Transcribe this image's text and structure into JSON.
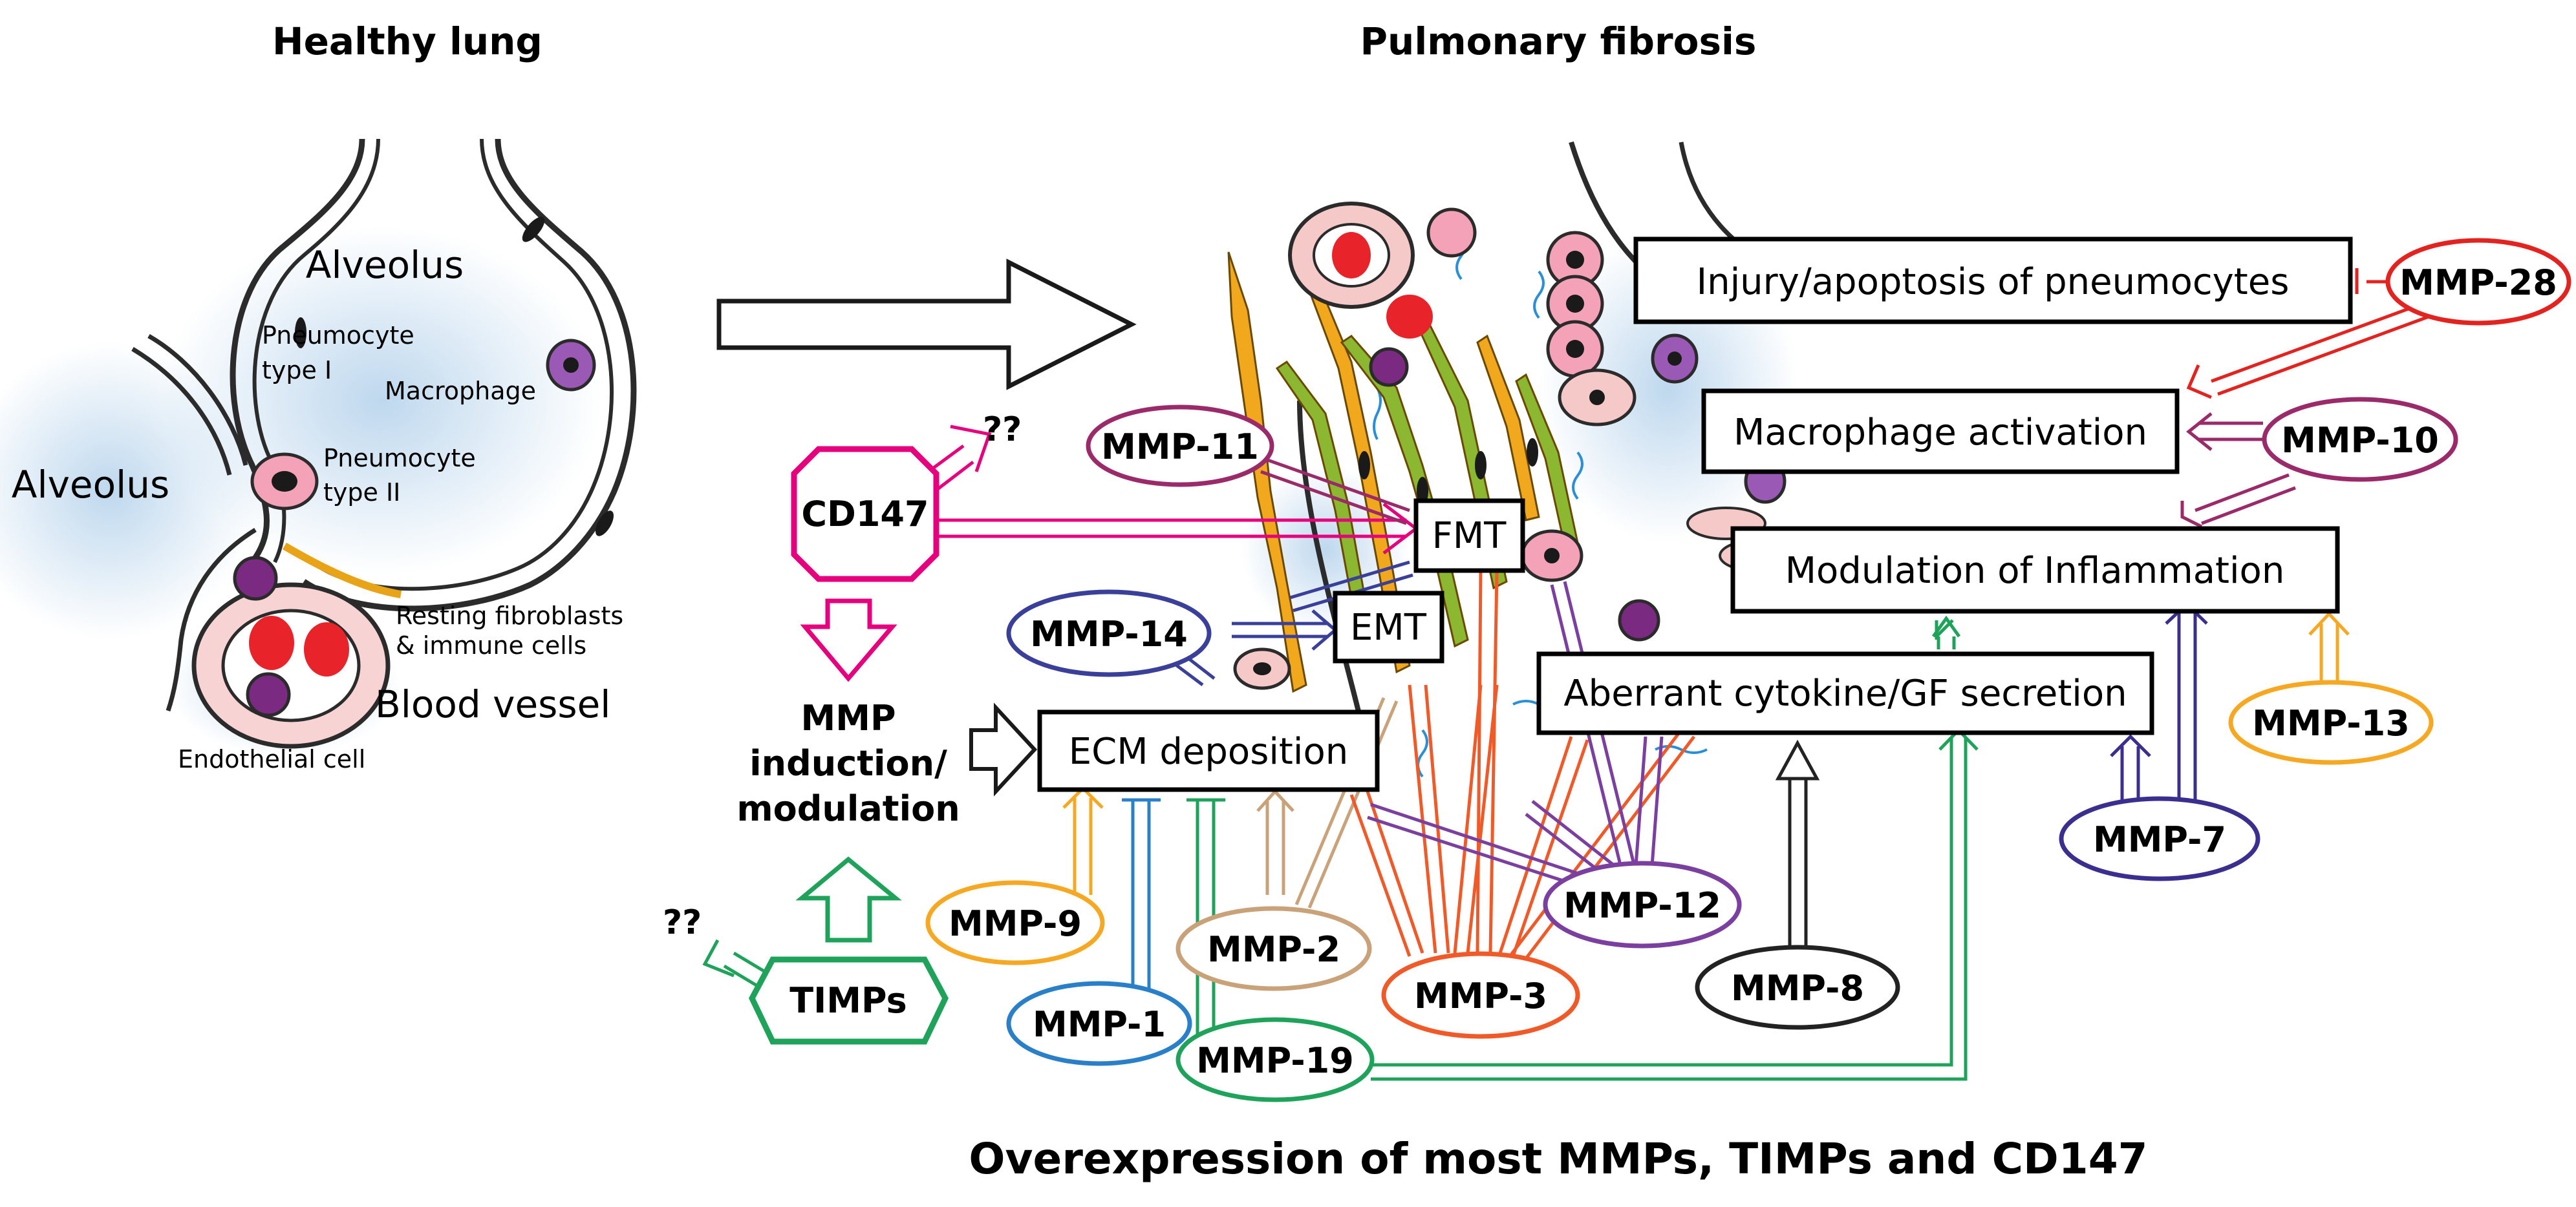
{
  "titles": {
    "healthy": "Healthy lung",
    "fibrosis": "Pulmonary fibrosis",
    "footer": "Overexpression of most MMPs, TIMPs and CD147"
  },
  "healthy_labels": {
    "alveolus_top": "Alveolus",
    "alveolus_left": "Alveolus",
    "pneumocyte1_line1": "Pneumocyte",
    "pneumocyte1_line2": "type I",
    "pneumocyte2_line1": "Pneumocyte",
    "pneumocyte2_line2": "type II",
    "macrophage": "Macrophage",
    "resting_line1": "Resting fibroblasts",
    "resting_line2": "& immune cells",
    "blood_vessel": "Blood vessel",
    "endothelial": "Endothelial cell"
  },
  "processes": {
    "fmt": "FMT",
    "emt": "EMT",
    "ecm": "ECM deposition",
    "cytokine": "Aberrant cytokine/GF secretion",
    "injury": "Injury/apoptosis of pneumocytes",
    "macrophage": "Macrophage activation",
    "inflammation": "Modulation of Inflammation"
  },
  "regulators": {
    "cd147": "CD147",
    "timps": "TIMPs",
    "mmp_induction_line1": "MMP",
    "mmp_induction_line2": "induction/",
    "mmp_induction_line3": "modulation",
    "unknown_cd147": "??",
    "unknown_timps": "??"
  },
  "mmps": {
    "mmp1": "MMP-1",
    "mmp2": "MMP-2",
    "mmp3": "MMP-3",
    "mmp7": "MMP-7",
    "mmp8": "MMP-8",
    "mmp9": "MMP-9",
    "mmp10": "MMP-10",
    "mmp11": "MMP-11",
    "mmp12": "MMP-12",
    "mmp13": "MMP-13",
    "mmp14": "MMP-14",
    "mmp19": "MMP-19",
    "mmp28": "MMP-28"
  },
  "colors": {
    "cd147": "#e6007e",
    "timps": "#1fa35a",
    "mmp1": "#2a7fc9",
    "mmp2": "#c9a27a",
    "mmp3": "#f05a28",
    "mmp7": "#3a2f8f",
    "mmp8": "#222222",
    "mmp9": "#f7a823",
    "mmp10": "#9b2a6a",
    "mmp11": "#9b2a6a",
    "mmp12": "#7b3fa0",
    "mmp13": "#f7a823",
    "mmp14": "#3a3f9a",
    "mmp19": "#1fa35a",
    "mmp28": "#e3231f"
  }
}
